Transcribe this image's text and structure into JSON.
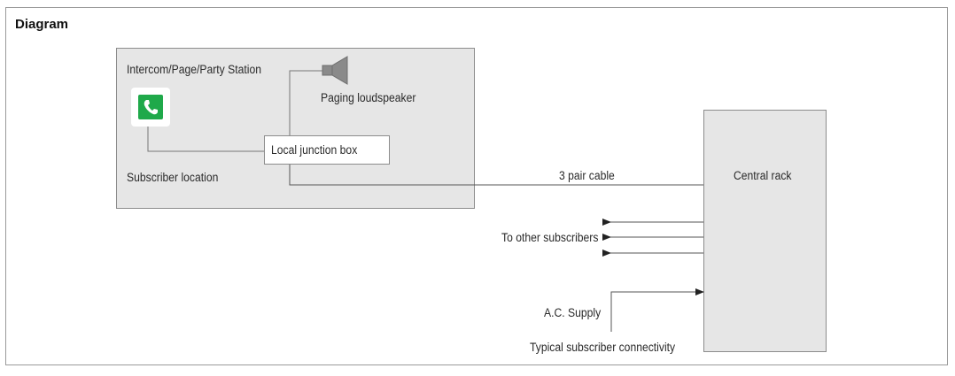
{
  "title": "Diagram",
  "station": {
    "label": "Intercom/Page/Party Station",
    "location_label": "Subscriber location",
    "speaker_label": "Paging loudspeaker",
    "junction_label": "Local  junction box"
  },
  "central_rack": {
    "label": "Central rack"
  },
  "cable_label": "3 pair cable",
  "other_subscribers_label": "To other subscribers",
  "ac_supply_label": "A.C. Supply",
  "caption": "Typical subscriber connectivity",
  "icons": {
    "phone": "phone-icon",
    "speaker": "loudspeaker-icon"
  },
  "colors": {
    "phone_green": "#1fa94a",
    "box_fill": "#e6e6e6",
    "line": "#555555"
  }
}
